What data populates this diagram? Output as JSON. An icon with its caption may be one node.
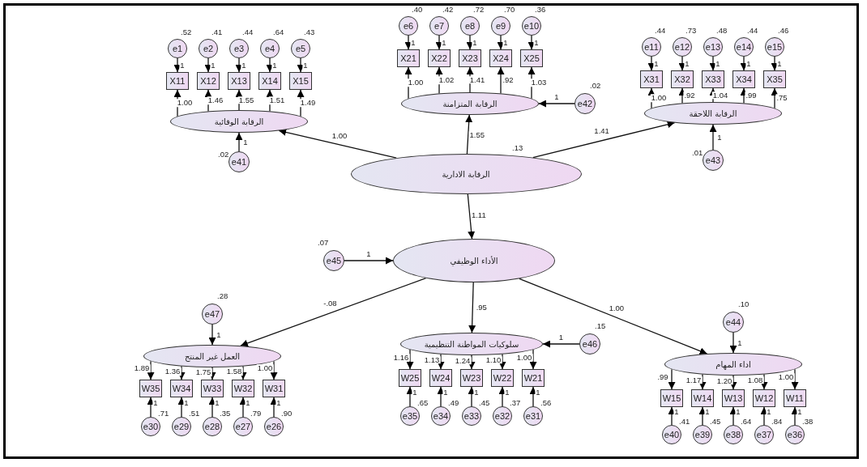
{
  "diagram": {
    "nodes": [
      {
        "text": [
          "الرقابة الادارية"
        ],
        "beside": [
          ".13"
        ]
      },
      {
        "text": [
          "الأداء الوظيفي"
        ]
      },
      {
        "text": [
          "e45"
        ],
        "beside": [
          ".07"
        ]
      },
      {
        "text": [
          "الرقابة الوقائية"
        ]
      },
      {
        "text": [
          "e41"
        ],
        "beside": [
          ".02"
        ]
      },
      {
        "text": [
          "X11"
        ]
      },
      {
        "text": [
          "X12"
        ]
      },
      {
        "text": [
          "X13"
        ]
      },
      {
        "text": [
          "X14"
        ]
      },
      {
        "text": [
          "X15"
        ]
      },
      {
        "text": [
          "e1"
        ],
        "beside": [
          ".52"
        ]
      },
      {
        "text": [
          "e2"
        ],
        "beside": [
          ".41"
        ]
      },
      {
        "text": [
          "e3"
        ],
        "beside": [
          ".44"
        ]
      },
      {
        "text": [
          "e4"
        ],
        "beside": [
          ".64"
        ]
      },
      {
        "text": [
          "e5"
        ],
        "beside": [
          ".43"
        ]
      },
      {
        "text": [
          "الرقابة المتزامنة"
        ]
      },
      {
        "text": [
          "e42"
        ],
        "beside": [
          ".02"
        ]
      },
      {
        "text": [
          "X21"
        ]
      },
      {
        "text": [
          "X22"
        ]
      },
      {
        "text": [
          "X23"
        ]
      },
      {
        "text": [
          "X24"
        ]
      },
      {
        "text": [
          "X25"
        ]
      },
      {
        "text": [
          "e6"
        ],
        "beside": [
          ".40"
        ]
      },
      {
        "text": [
          "e7"
        ],
        "beside": [
          ".42"
        ]
      },
      {
        "text": [
          "e8"
        ],
        "beside": [
          ".72"
        ]
      },
      {
        "text": [
          "e9"
        ],
        "beside": [
          ".70"
        ]
      },
      {
        "text": [
          "e10"
        ],
        "beside": [
          ".36"
        ]
      },
      {
        "text": [
          "الرقابة اللاحقة"
        ]
      },
      {
        "text": [
          "e43"
        ],
        "beside": [
          ".01"
        ]
      },
      {
        "text": [
          "X31"
        ]
      },
      {
        "text": [
          "X32"
        ]
      },
      {
        "text": [
          "X33"
        ]
      },
      {
        "text": [
          "X34"
        ]
      },
      {
        "text": [
          "X35"
        ]
      },
      {
        "text": [
          "e11"
        ],
        "beside": [
          ".44"
        ]
      },
      {
        "text": [
          "e12"
        ],
        "beside": [
          ".73"
        ]
      },
      {
        "text": [
          "e13"
        ],
        "beside": [
          ".48"
        ]
      },
      {
        "text": [
          "e14"
        ],
        "beside": [
          ".44"
        ]
      },
      {
        "text": [
          "e15"
        ],
        "beside": [
          ".46"
        ]
      },
      {
        "text": [
          "العمل غير المنتج"
        ]
      },
      {
        "text": [
          "e47"
        ],
        "beside": [
          ".28"
        ]
      },
      {
        "text": [
          "W35"
        ]
      },
      {
        "text": [
          "W34"
        ]
      },
      {
        "text": [
          "W33"
        ]
      },
      {
        "text": [
          "W32"
        ]
      },
      {
        "text": [
          "W31"
        ]
      },
      {
        "text": [
          "e30"
        ],
        "beside": [
          ".71"
        ]
      },
      {
        "text": [
          "e29"
        ],
        "beside": [
          ".51"
        ]
      },
      {
        "text": [
          "e28"
        ],
        "beside": [
          ".35"
        ]
      },
      {
        "text": [
          "e27"
        ],
        "beside": [
          ".79"
        ]
      },
      {
        "text": [
          "e26"
        ],
        "beside": [
          ".90"
        ]
      },
      {
        "text": [
          "سلوكيات المواطنة التنظيمية"
        ]
      },
      {
        "text": [
          "e46"
        ],
        "beside": [
          ".15"
        ]
      },
      {
        "text": [
          "W25"
        ]
      },
      {
        "text": [
          "W24"
        ]
      },
      {
        "text": [
          "W23"
        ]
      },
      {
        "text": [
          "W22"
        ]
      },
      {
        "text": [
          "W21"
        ]
      },
      {
        "text": [
          "e35"
        ],
        "beside": [
          ".65"
        ]
      },
      {
        "text": [
          "e34"
        ],
        "beside": [
          ".49"
        ]
      },
      {
        "text": [
          "e33"
        ],
        "beside": [
          ".45"
        ]
      },
      {
        "text": [
          "e32"
        ],
        "beside": [
          ".37"
        ]
      },
      {
        "text": [
          "e31"
        ],
        "beside": [
          ".56"
        ]
      },
      {
        "text": [
          "اداء المهام"
        ]
      },
      {
        "text": [
          "e44"
        ],
        "beside": [
          ".10"
        ]
      },
      {
        "text": [
          "W15"
        ]
      },
      {
        "text": [
          "W14"
        ]
      },
      {
        "text": [
          "W13"
        ]
      },
      {
        "text": [
          "W12"
        ]
      },
      {
        "text": [
          "W11"
        ]
      },
      {
        "text": [
          "e40"
        ],
        "beside": [
          ".41"
        ]
      },
      {
        "text": [
          "e39"
        ],
        "beside": [
          ".45"
        ]
      },
      {
        "text": [
          "e38"
        ],
        "beside": [
          ".64"
        ]
      },
      {
        "text": [
          "e37"
        ],
        "beside": [
          ".84"
        ]
      },
      {
        "text": [
          "e36"
        ],
        "beside": [
          ".38"
        ]
      }
    ],
    "edges": [
      {
        "from": 0,
        "to": 3,
        "arrow": "to",
        "label": "1.00"
      },
      {
        "from": 0,
        "to": 15,
        "arrow": "to",
        "label": "1.55"
      },
      {
        "from": 0,
        "to": 27,
        "arrow": "to",
        "label": "1.41"
      },
      {
        "from": 0,
        "to": 1,
        "arrow": "to",
        "label": "1.11"
      },
      {
        "from": 2,
        "to": 1,
        "arrow": "to",
        "label": "1"
      },
      {
        "from": 1,
        "to": 39,
        "arrow": "to",
        "label": "-.08"
      },
      {
        "from": 1,
        "to": 51,
        "arrow": "to",
        "label": ".95"
      },
      {
        "from": 1,
        "to": 63,
        "arrow": "to",
        "label": "1.00"
      },
      {
        "from": 4,
        "to": 3,
        "arrow": "to",
        "label": "1"
      },
      {
        "from": 3,
        "to": 5,
        "arrow": "to",
        "label": "1.00"
      },
      {
        "from": 3,
        "to": 6,
        "arrow": "to",
        "label": "1.46"
      },
      {
        "from": 3,
        "to": 7,
        "arrow": "to",
        "label": "1.55"
      },
      {
        "from": 3,
        "to": 8,
        "arrow": "to",
        "label": "1.51"
      },
      {
        "from": 3,
        "to": 9,
        "arrow": "to",
        "label": "1.49"
      },
      {
        "from": 10,
        "to": 5,
        "arrow": "to",
        "label": "1"
      },
      {
        "from": 11,
        "to": 6,
        "arrow": "to",
        "label": "1"
      },
      {
        "from": 12,
        "to": 7,
        "arrow": "to",
        "label": "1"
      },
      {
        "from": 13,
        "to": 8,
        "arrow": "to",
        "label": "1"
      },
      {
        "from": 14,
        "to": 9,
        "arrow": "to",
        "label": "1"
      },
      {
        "from": 16,
        "to": 15,
        "arrow": "to",
        "label": "1"
      },
      {
        "from": 15,
        "to": 17,
        "arrow": "to",
        "label": "1.00"
      },
      {
        "from": 15,
        "to": 18,
        "arrow": "to",
        "label": "1.02"
      },
      {
        "from": 15,
        "to": 19,
        "arrow": "to",
        "label": "1.41"
      },
      {
        "from": 15,
        "to": 20,
        "arrow": "to",
        "label": ".92"
      },
      {
        "from": 15,
        "to": 21,
        "arrow": "to",
        "label": "1.03"
      },
      {
        "from": 22,
        "to": 17,
        "arrow": "to",
        "label": "1"
      },
      {
        "from": 23,
        "to": 18,
        "arrow": "to",
        "label": "1"
      },
      {
        "from": 24,
        "to": 19,
        "arrow": "to",
        "label": "1"
      },
      {
        "from": 25,
        "to": 20,
        "arrow": "to",
        "label": "1"
      },
      {
        "from": 26,
        "to": 21,
        "arrow": "to",
        "label": "1"
      },
      {
        "from": 28,
        "to": 27,
        "arrow": "to",
        "label": "1"
      },
      {
        "from": 27,
        "to": 29,
        "arrow": "to",
        "label": "1.00"
      },
      {
        "from": 27,
        "to": 30,
        "arrow": "to",
        "label": ".92"
      },
      {
        "from": 27,
        "to": 31,
        "arrow": "to",
        "label": "1.04"
      },
      {
        "from": 27,
        "to": 32,
        "arrow": "to",
        "label": ".99"
      },
      {
        "from": 27,
        "to": 33,
        "arrow": "to",
        "label": ".75"
      },
      {
        "from": 34,
        "to": 29,
        "arrow": "to",
        "label": "1"
      },
      {
        "from": 35,
        "to": 30,
        "arrow": "to",
        "label": "1"
      },
      {
        "from": 36,
        "to": 31,
        "arrow": "to",
        "label": "1"
      },
      {
        "from": 37,
        "to": 32,
        "arrow": "to",
        "label": "1"
      },
      {
        "from": 38,
        "to": 33,
        "arrow": "to",
        "label": "1"
      },
      {
        "from": 40,
        "to": 39,
        "arrow": "to",
        "label": "1"
      },
      {
        "from": 39,
        "to": 41,
        "arrow": "to",
        "label": "1.89"
      },
      {
        "from": 39,
        "to": 42,
        "arrow": "to",
        "label": "1.36"
      },
      {
        "from": 39,
        "to": 43,
        "arrow": "to",
        "label": "1.75"
      },
      {
        "from": 39,
        "to": 44,
        "arrow": "to",
        "label": "1.58"
      },
      {
        "from": 39,
        "to": 45,
        "arrow": "to",
        "label": "1.00"
      },
      {
        "from": 46,
        "to": 41,
        "arrow": "to",
        "label": "1"
      },
      {
        "from": 47,
        "to": 42,
        "arrow": "to",
        "label": "1"
      },
      {
        "from": 48,
        "to": 43,
        "arrow": "to",
        "label": "1"
      },
      {
        "from": 49,
        "to": 44,
        "arrow": "to",
        "label": "1"
      },
      {
        "from": 50,
        "to": 45,
        "arrow": "to",
        "label": "1"
      },
      {
        "from": 52,
        "to": 51,
        "arrow": "to",
        "label": "1"
      },
      {
        "from": 51,
        "to": 53,
        "arrow": "to",
        "label": "1.16"
      },
      {
        "from": 51,
        "to": 54,
        "arrow": "to",
        "label": "1.13"
      },
      {
        "from": 51,
        "to": 55,
        "arrow": "to",
        "label": "1.24"
      },
      {
        "from": 51,
        "to": 56,
        "arrow": "to",
        "label": "1.10"
      },
      {
        "from": 51,
        "to": 57,
        "arrow": "to",
        "label": "1.00"
      },
      {
        "from": 58,
        "to": 53,
        "arrow": "to",
        "label": "1"
      },
      {
        "from": 59,
        "to": 54,
        "arrow": "to",
        "label": "1"
      },
      {
        "from": 60,
        "to": 55,
        "arrow": "to",
        "label": "1"
      },
      {
        "from": 61,
        "to": 56,
        "arrow": "to",
        "label": "1"
      },
      {
        "from": 62,
        "to": 57,
        "arrow": "to",
        "label": "1"
      },
      {
        "from": 64,
        "to": 63,
        "arrow": "to",
        "label": "1"
      },
      {
        "from": 63,
        "to": 65,
        "arrow": "to",
        "label": ".99"
      },
      {
        "from": 63,
        "to": 66,
        "arrow": "to",
        "label": "1.17"
      },
      {
        "from": 63,
        "to": 67,
        "arrow": "to",
        "label": "1.20"
      },
      {
        "from": 63,
        "to": 68,
        "arrow": "to",
        "label": "1.08"
      },
      {
        "from": 63,
        "to": 69,
        "arrow": "to",
        "label": "1.00"
      },
      {
        "from": 70,
        "to": 65,
        "arrow": "to",
        "label": "1"
      },
      {
        "from": 71,
        "to": 66,
        "arrow": "to",
        "label": "1"
      },
      {
        "from": 72,
        "to": 67,
        "arrow": "to",
        "label": "1"
      },
      {
        "from": 73,
        "to": 68,
        "arrow": "to",
        "label": "1"
      },
      {
        "from": 74,
        "to": 69,
        "arrow": "to",
        "label": "1"
      }
    ]
  }
}
